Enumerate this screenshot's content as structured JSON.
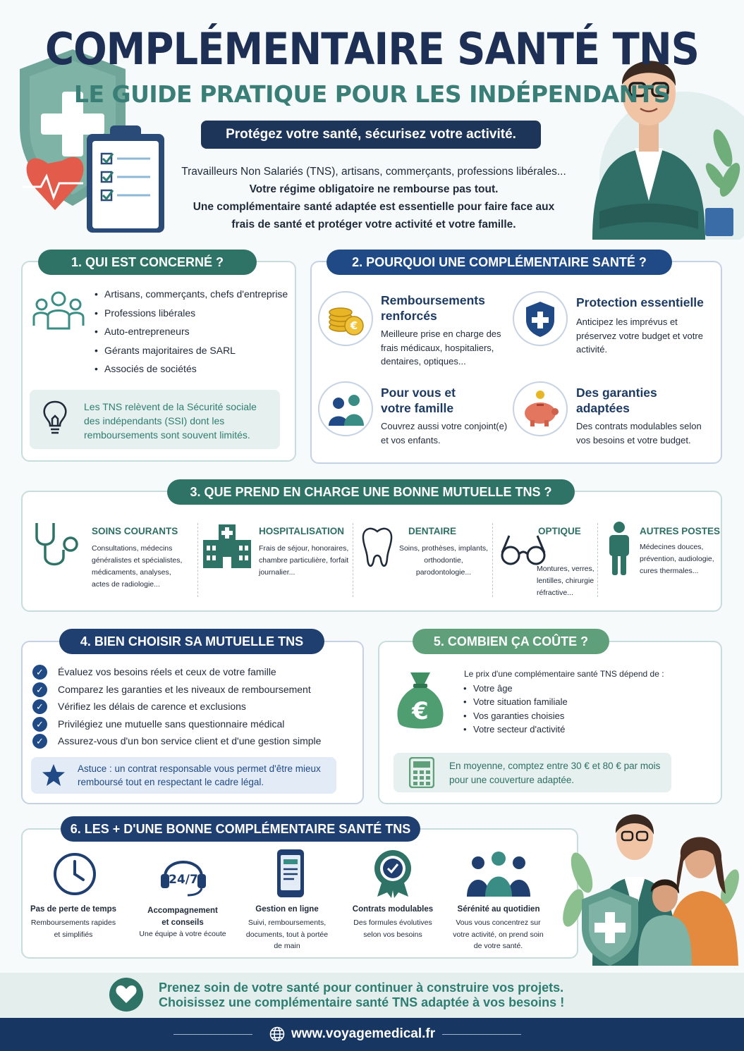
{
  "header": {
    "title": "COMPLÉMENTAIRE SANTÉ TNS",
    "subtitle": "LE GUIDE PRATIQUE POUR LES INDÉPENDANTS",
    "tagline": "Protégez votre santé, sécurisez votre activité.",
    "intro_line1": "Travailleurs Non Salariés (TNS), artisans, commerçants, professions libérales...",
    "intro_line2": "Votre régime obligatoire ne rembourse pas tout.",
    "intro_line3": "Une complémentaire santé adaptée est essentielle pour faire face aux",
    "intro_line4": "frais de santé et protéger votre activité et votre famille."
  },
  "section1": {
    "title": "1. QUI EST CONCERNÉ ?",
    "items": [
      "Artisans, commerçants, chefs d'entreprise",
      "Professions libérales",
      "Auto-entrepreneurs",
      "Gérants majoritaires de SARL",
      "Associés de sociétés"
    ],
    "note": "Les TNS relèvent de la Sécurité sociale des indépendants (SSI) dont les remboursements sont souvent limités."
  },
  "section2": {
    "title": "2. POURQUOI UNE COMPLÉMENTAIRE SANTÉ ?",
    "cards": [
      {
        "title": "Remboursements renforcés",
        "text": "Meilleure prise en charge des frais médicaux, hospitaliers, dentaires, optiques..."
      },
      {
        "title": "Protection essentielle",
        "text": "Anticipez les imprévus et préservez votre budget et votre activité."
      },
      {
        "title": "Pour vous et votre famille",
        "text": "Couvrez aussi votre conjoint(e) et vos enfants."
      },
      {
        "title": "Des garanties adaptées",
        "text": "Des contrats modulables selon vos besoins et votre budget."
      }
    ]
  },
  "section3": {
    "title": "3. QUE PREND EN CHARGE UNE BONNE MUTUELLE TNS ?",
    "categories": [
      {
        "title": "SOINS COURANTS",
        "text": "Consultations, médecins généralistes et spécialistes, médicaments, analyses, actes de radiologie..."
      },
      {
        "title": "HOSPITALISATION",
        "text": "Frais de séjour, honoraires, chambre particulière, forfait journalier..."
      },
      {
        "title": "DENTAIRE",
        "text": "Soins, prothèses, implants, orthodontie, parodontologie..."
      },
      {
        "title": "OPTIQUE",
        "text": "Montures, verres, lentilles, chirurgie réfractive..."
      },
      {
        "title": "AUTRES POSTES",
        "text": "Médecines douces, prévention, audiologie, cures thermales..."
      }
    ]
  },
  "section4": {
    "title": "4. BIEN CHOISIR SA MUTUELLE TNS",
    "checks": [
      "Évaluez vos besoins réels et ceux de votre famille",
      "Comparez les garanties et les niveaux de remboursement",
      "Vérifiez les délais de carence et exclusions",
      "Privilégiez une mutuelle sans questionnaire médical",
      "Assurez-vous d'un bon service client et d'une gestion simple"
    ],
    "tip": "Astuce : un contrat responsable vous permet d'être mieux remboursé tout en respectant le cadre légal."
  },
  "section5": {
    "title": "5. COMBIEN ÇA COÛTE ?",
    "intro": "Le prix d'une complémentaire santé TNS dépend de :",
    "factors": [
      "Votre âge",
      "Votre situation familiale",
      "Vos garanties choisies",
      "Votre secteur d'activité"
    ],
    "average": "En moyenne, comptez entre 30 € et 80 € par mois pour une couverture adaptée.",
    "euro_symbol": "€"
  },
  "section6": {
    "title": "6. LES + D'UNE BONNE COMPLÉMENTAIRE SANTÉ TNS",
    "badge_247": "24/7",
    "advantages": [
      {
        "title": "Pas de perte de temps",
        "text": "Remboursements rapides et simplifiés"
      },
      {
        "title": "Accompagnement et conseils",
        "text": "Une équipe à votre écoute"
      },
      {
        "title": "Gestion en ligne",
        "text": "Suivi, remboursements, documents, tout à portée de main"
      },
      {
        "title": "Contrats modulables",
        "text": "Des formules évolutives selon vos besoins"
      },
      {
        "title": "Sérénité au quotidien",
        "text": "Vous vous concentrez sur votre activité, on prend soin de votre santé."
      }
    ]
  },
  "footer": {
    "line1": "Prenez soin de votre santé pour continuer à construire vos projets.",
    "line2": "Choisissez une complémentaire santé TNS adaptée à vos besoins !",
    "website": "www.voyagemedical.fr"
  },
  "colors": {
    "navy": "#1d3558",
    "teal": "#2e7366",
    "blue": "#1f4a86",
    "green": "#5fa07a"
  }
}
